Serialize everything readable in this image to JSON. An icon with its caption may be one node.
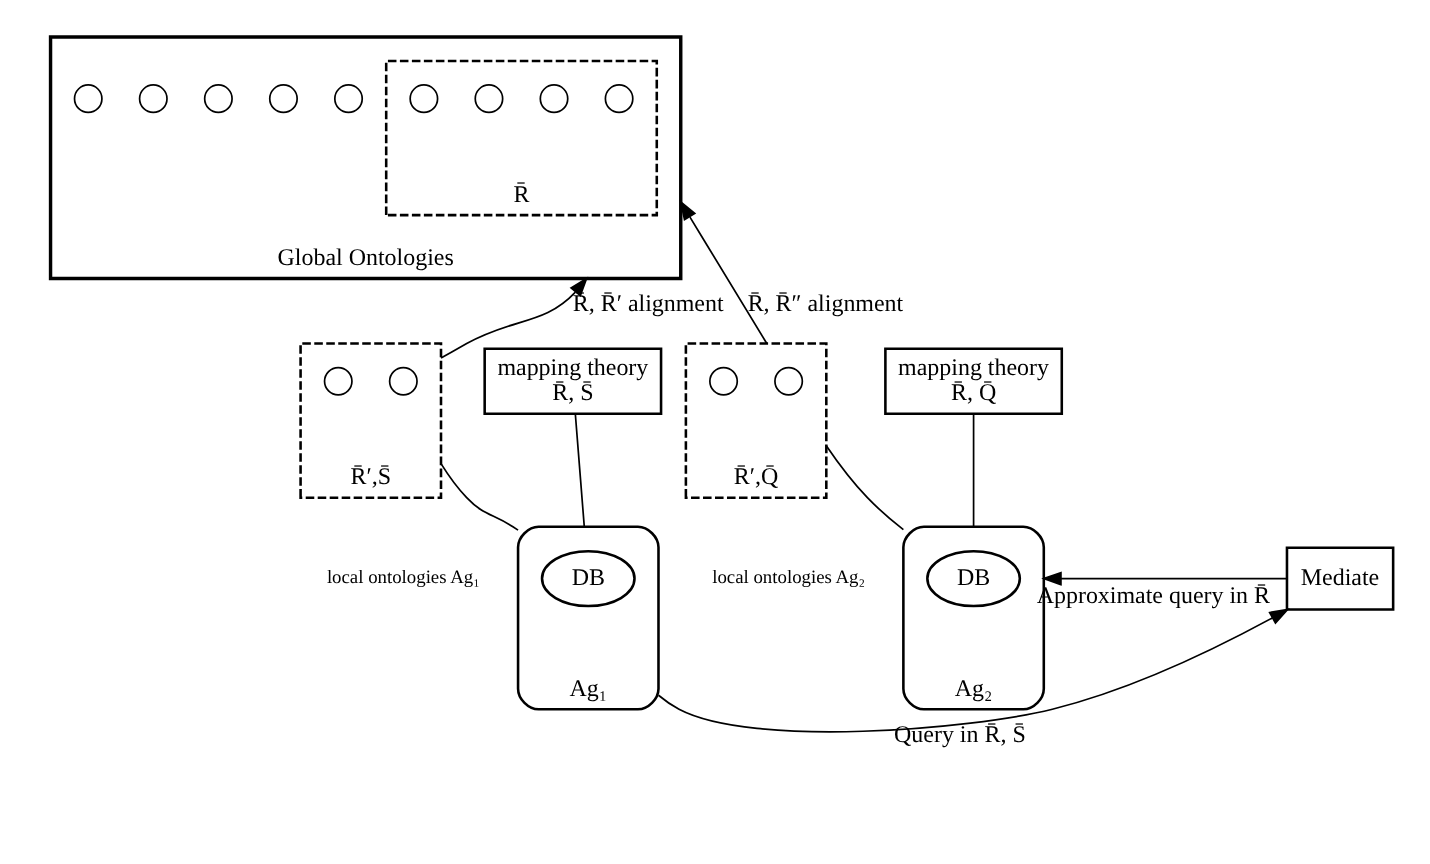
{
  "diagram": {
    "nodes": [
      {
        "text": [
          "Global Ontologies"
        ]
      },
      {
        "text": [
          "R̄"
        ],
        "in": 0
      },
      {
        "text": [],
        "shape": "circle",
        "in": 0
      },
      {
        "text": [],
        "shape": "circle",
        "in": 0
      },
      {
        "text": [],
        "shape": "circle",
        "in": 0
      },
      {
        "text": [],
        "shape": "circle",
        "in": 0
      },
      {
        "text": [],
        "shape": "circle",
        "in": 0
      },
      {
        "text": [],
        "shape": "circle",
        "in": 1
      },
      {
        "text": [],
        "shape": "circle",
        "in": 1
      },
      {
        "text": [],
        "shape": "circle",
        "in": 1
      },
      {
        "text": [],
        "shape": "circle",
        "in": 1
      },
      {
        "text": [
          "R̄′,S̄"
        ],
        "beside": [
          "local ontologies Ag₁"
        ]
      },
      {
        "text": [],
        "shape": "circle",
        "in": 11
      },
      {
        "text": [],
        "shape": "circle",
        "in": 11
      },
      {
        "text": [
          "mapping theory",
          "R̄, S̄"
        ]
      },
      {
        "text": [
          "mapping theory",
          "R̄, Q̄"
        ]
      },
      {
        "text": [
          "R̄′,Q̄"
        ],
        "beside": [
          "local ontologies Ag₂"
        ]
      },
      {
        "text": [],
        "shape": "circle",
        "in": 16
      },
      {
        "text": [],
        "shape": "circle",
        "in": 16
      },
      {
        "text": [
          "Ag₁"
        ]
      },
      {
        "text": [
          "DB"
        ],
        "in": 19
      },
      {
        "text": [
          "Mediate"
        ]
      },
      {
        "text": [
          "Ag₂"
        ]
      },
      {
        "text": [
          "DB"
        ],
        "in": 22
      }
    ],
    "edges": [
      {
        "from": 11,
        "to": 0,
        "arrow": "to",
        "label": "R̄, R̄′ alignment"
      },
      {
        "from": 16,
        "to": 0,
        "arrow": "to",
        "label": "R̄, R̄″ alignment"
      },
      {
        "from": 19,
        "to": 11,
        "arrow": "none"
      },
      {
        "from": 19,
        "to": 14,
        "arrow": "none"
      },
      {
        "from": 22,
        "to": 15,
        "arrow": "none"
      },
      {
        "from": 22,
        "to": 16,
        "arrow": "none"
      },
      {
        "from": 19,
        "to": 21,
        "arrow": "to",
        "label": "Query in R̄, S̄"
      },
      {
        "from": 21,
        "to": 22,
        "arrow": "to",
        "label": "Approximate query in R̄"
      }
    ]
  }
}
